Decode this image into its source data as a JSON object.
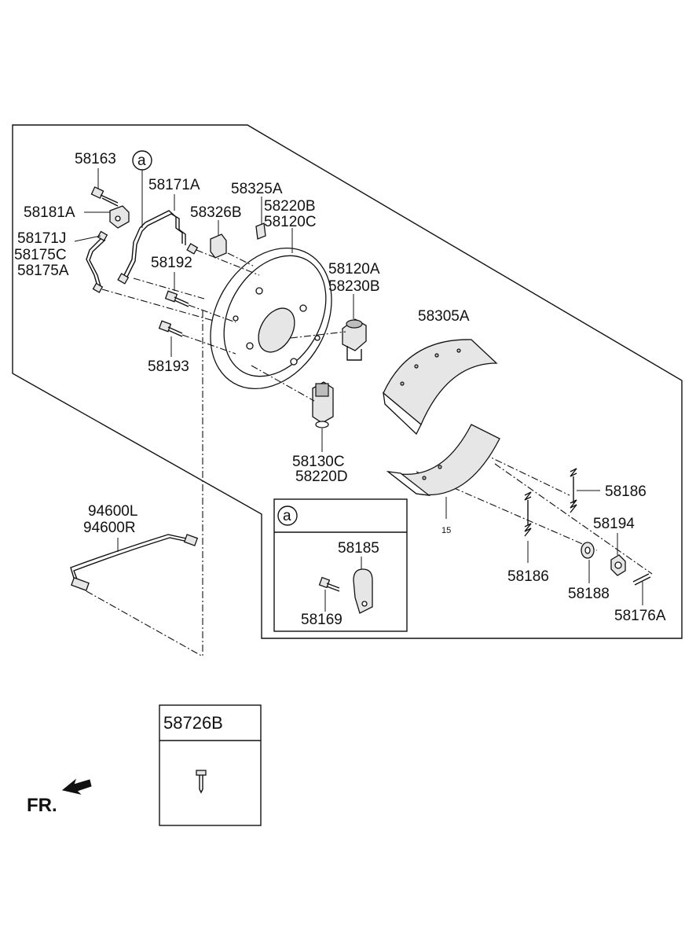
{
  "labels": {
    "p58163": "58163",
    "p58181A": "58181A",
    "p58171J": "58171J",
    "p58175C": "58175C",
    "p58175A": "58175A",
    "p58171A": "58171A",
    "p58325A": "58325A",
    "p58220B": "58220B",
    "p58120C": "58120C",
    "p58326B": "58326B",
    "p58192": "58192",
    "p58193": "58193",
    "p58120A": "58120A",
    "p58230B": "58230B",
    "p58305A": "58305A",
    "p58130C": "58130C",
    "p58220D": "58220D",
    "p58186_top": "58186",
    "p58194": "58194",
    "p58186_bottom": "58186",
    "p58188": "58188",
    "p58176A": "58176A",
    "p15": "15",
    "p94600L": "94600L",
    "p94600R": "94600R",
    "p58185": "58185",
    "p58169": "58169"
  },
  "callouts": {
    "a_top": "a",
    "a_inset": "a"
  },
  "kit_box": {
    "title": "58726B"
  },
  "direction": {
    "label": "FR.",
    "arrow_icon": "front-arrow-icon"
  }
}
